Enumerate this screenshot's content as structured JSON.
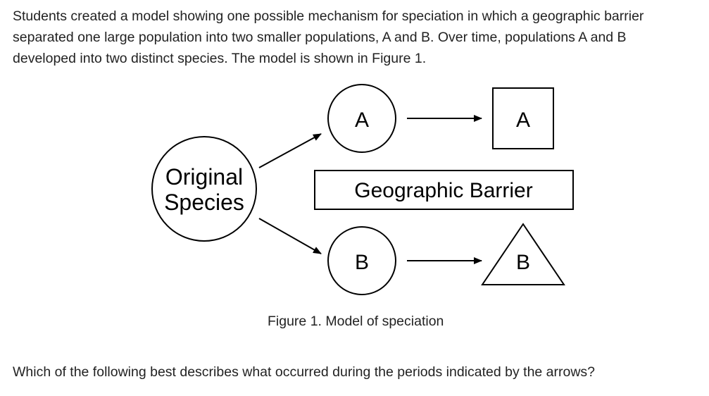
{
  "intro": {
    "lines": [
      "Students created a model showing one possible mechanism for speciation in which a geographic barrier",
      "separated one large population into two smaller populations, A and B. Over time, populations A and B",
      "developed into two distinct species. The model is shown in Figure 1."
    ]
  },
  "figure": {
    "original_line1": "Original",
    "original_line2": "Species",
    "pop_a": "A",
    "pop_b": "B",
    "species_a": "A",
    "species_b": "B",
    "barrier": "Geographic Barrier",
    "caption": "Figure 1. Model of speciation"
  },
  "question": "Which of the following best describes what occurred during the periods indicated by the arrows?"
}
